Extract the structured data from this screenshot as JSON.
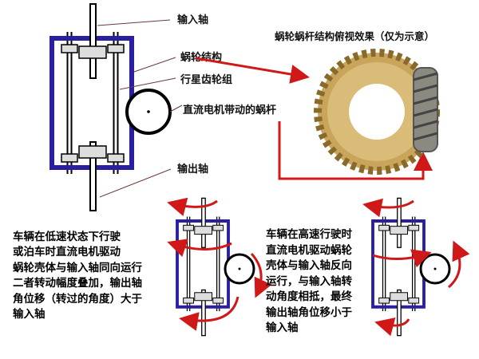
{
  "labels": {
    "input_shaft": "输入轴",
    "worm_gear_structure": "蜗轮结构",
    "planetary_gear_set": "行星齿轮组",
    "dc_motor_worm": "直流电机带动的蜗杆",
    "output_shaft": "输出轴"
  },
  "top_view_title": "蜗轮蜗杆结构俯视效果（仅为示意）",
  "low_speed_text": [
    "车辆在低速状态下行驶",
    "或泊车时直流电机驱动",
    "蜗轮壳体与输入轴同向运行",
    "二者转动幅度叠加，输出轴",
    "角位移（转过的角度）大于",
    "输入轴"
  ],
  "high_speed_text": [
    "车辆在高速行驶时",
    "直流电机驱动蜗轮",
    "壳体与输入轴反向",
    "运行，与输入轴转",
    "动角度相抵，最终",
    "输出轴角位移小于",
    "输入轴"
  ],
  "colors": {
    "housing": "#2a1f9e",
    "arrow": "#d01818",
    "gear_brass": "#c8a55a",
    "worm_steel": "#8a8a80"
  }
}
